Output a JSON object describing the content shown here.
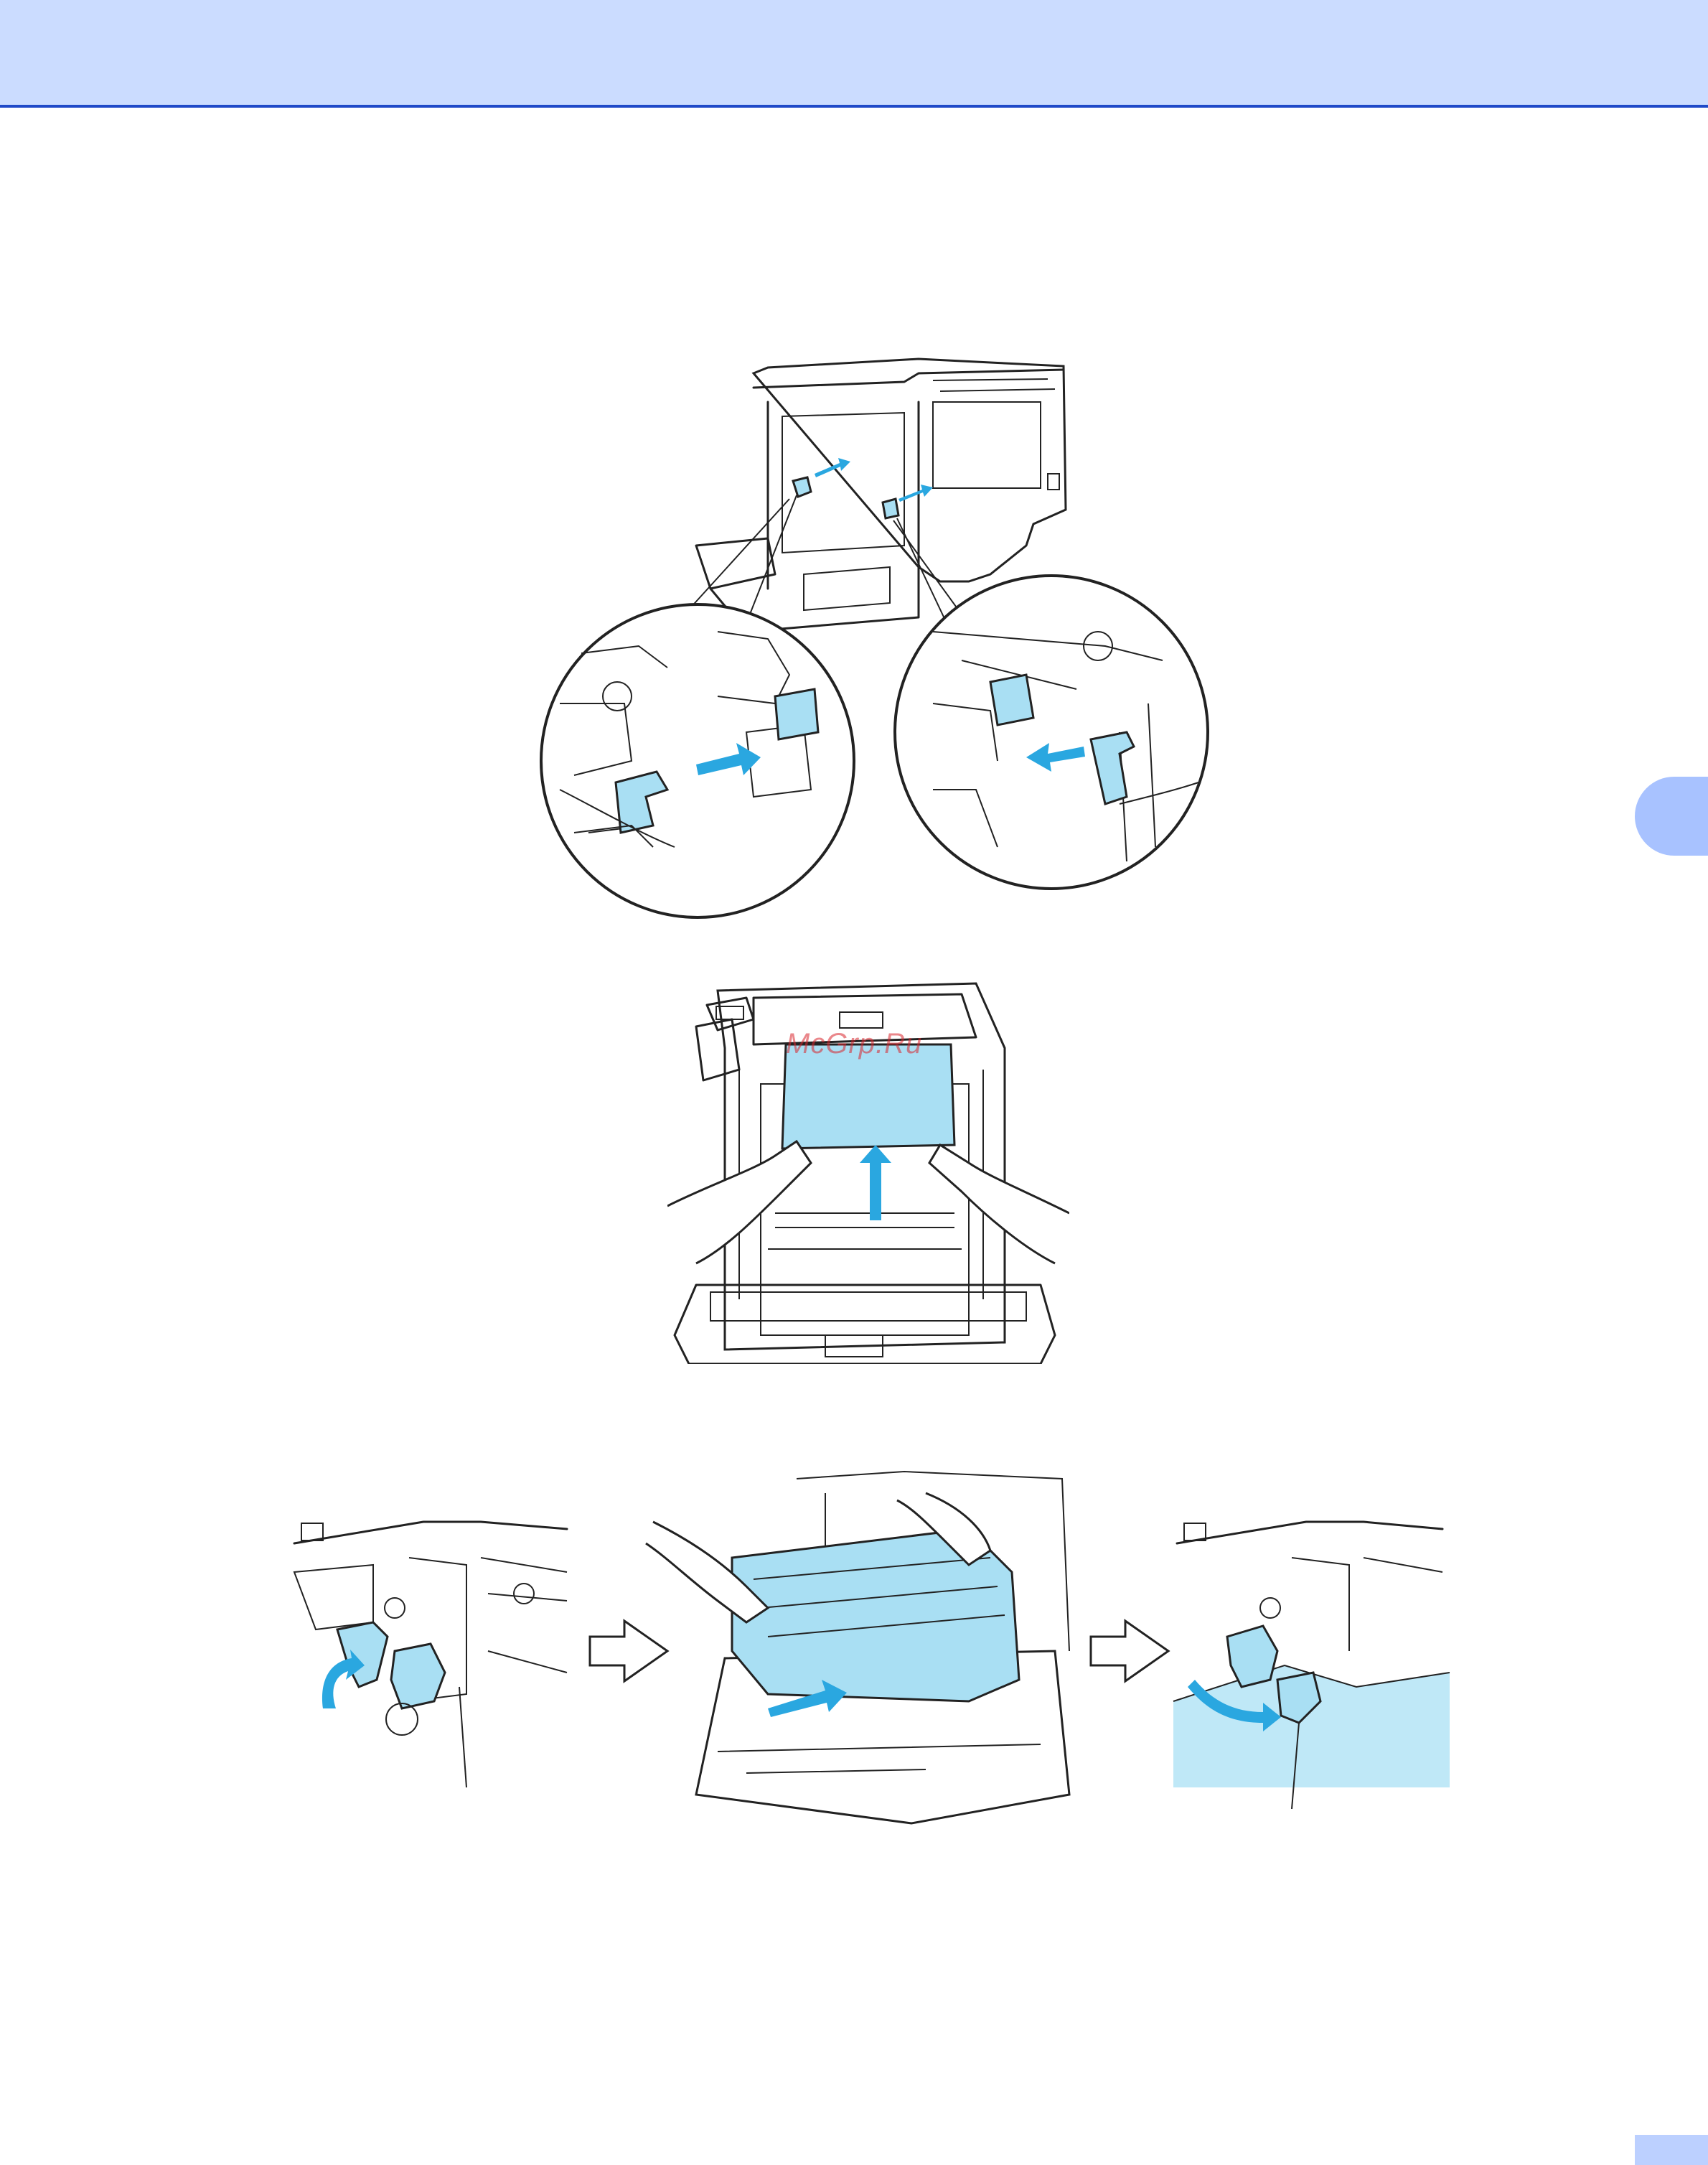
{
  "page": {
    "watermark": "McGrp.Ru"
  },
  "colors": {
    "header_band": "#cbdcff",
    "header_rule": "#1f49c8",
    "chapter_tab": "#a8c2ff",
    "highlight_blue": "#a9dff3",
    "arrow_blue": "#2aa7e0"
  },
  "figures": [
    {
      "id": "fig-protective-parts",
      "icon": "printer-protective-parts-illustration"
    },
    {
      "id": "fig-belt-unit",
      "icon": "printer-belt-unit-illustration"
    },
    {
      "id": "fig-drum-unit-sequence",
      "icon": "drum-unit-lever-sequence-illustration"
    }
  ]
}
